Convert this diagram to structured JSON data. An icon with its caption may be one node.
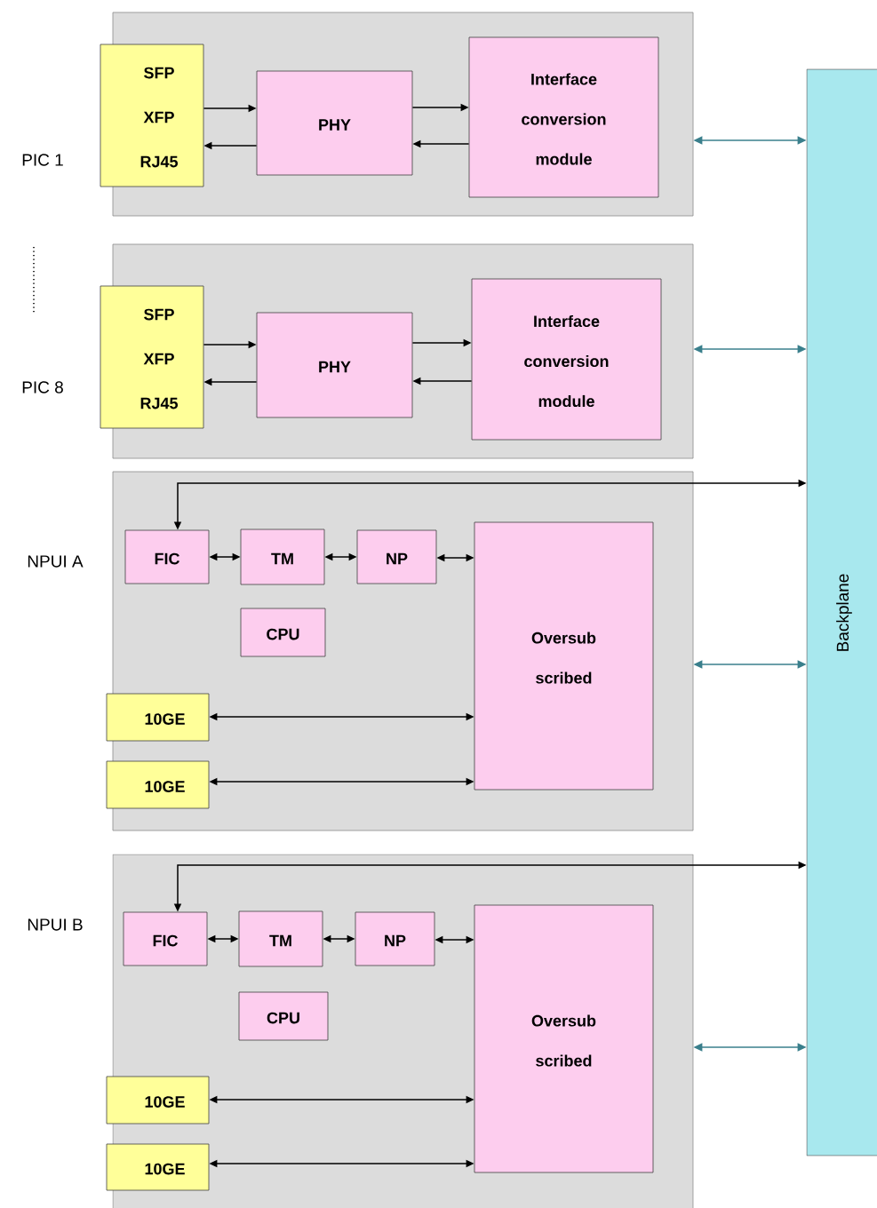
{
  "diagram": {
    "nodes": [
      {
        "text": [
          "PIC 1"
        ]
      },
      {
        "text": [
          "SFP",
          "XFP",
          "RJ45"
        ],
        "in": 0
      },
      {
        "text": [
          "PHY"
        ],
        "in": 0
      },
      {
        "text": [
          "Interface conversion module"
        ],
        "in": 0
      },
      {
        "text": [
          "PIC 8"
        ]
      },
      {
        "text": [
          "SFP",
          "XFP",
          "RJ45"
        ],
        "in": 4
      },
      {
        "text": [
          "PHY"
        ],
        "in": 4
      },
      {
        "text": [
          "Interface conversion module"
        ],
        "in": 4
      },
      {
        "text": [
          "NPUI A"
        ]
      },
      {
        "text": [
          "FIC"
        ],
        "in": 8
      },
      {
        "text": [
          "TM"
        ],
        "in": 8
      },
      {
        "text": [
          "NP"
        ],
        "in": 8
      },
      {
        "text": [
          "CPU"
        ],
        "in": 8
      },
      {
        "text": [
          "10GE"
        ],
        "in": 8
      },
      {
        "text": [
          "10GE"
        ],
        "in": 8
      },
      {
        "text": [
          "Oversub scribed"
        ],
        "in": 8
      },
      {
        "text": [
          "NPUI B"
        ]
      },
      {
        "text": [
          "FIC"
        ],
        "in": 16
      },
      {
        "text": [
          "TM"
        ],
        "in": 16
      },
      {
        "text": [
          "NP"
        ],
        "in": 16
      },
      {
        "text": [
          "CPU"
        ],
        "in": 16
      },
      {
        "text": [
          "10GE"
        ],
        "in": 16
      },
      {
        "text": [
          "10GE"
        ],
        "in": 16
      },
      {
        "text": [
          "Oversub scribed"
        ],
        "in": 16
      },
      {
        "text": [
          "Backplane"
        ]
      }
    ],
    "edges": [
      {
        "from": 1,
        "to": 2,
        "arrow": "to"
      },
      {
        "from": 2,
        "to": 1,
        "arrow": "to"
      },
      {
        "from": 2,
        "to": 3,
        "arrow": "to"
      },
      {
        "from": 3,
        "to": 2,
        "arrow": "to"
      },
      {
        "from": 0,
        "to": 24,
        "arrow": "both",
        "color": "#3a7f8c"
      },
      {
        "from": 5,
        "to": 6,
        "arrow": "to"
      },
      {
        "from": 6,
        "to": 5,
        "arrow": "to"
      },
      {
        "from": 6,
        "to": 7,
        "arrow": "to"
      },
      {
        "from": 7,
        "to": 6,
        "arrow": "to"
      },
      {
        "from": 4,
        "to": 24,
        "arrow": "both",
        "color": "#3a7f8c"
      },
      {
        "from": 24,
        "to": 9,
        "arrow": "both"
      },
      {
        "from": 9,
        "to": 10,
        "arrow": "both"
      },
      {
        "from": 10,
        "to": 11,
        "arrow": "both"
      },
      {
        "from": 11,
        "to": 15,
        "arrow": "both"
      },
      {
        "from": 13,
        "to": 15,
        "arrow": "both"
      },
      {
        "from": 14,
        "to": 15,
        "arrow": "both"
      },
      {
        "from": 8,
        "to": 24,
        "arrow": "both",
        "color": "#3a7f8c"
      },
      {
        "from": 24,
        "to": 17,
        "arrow": "both"
      },
      {
        "from": 17,
        "to": 18,
        "arrow": "both"
      },
      {
        "from": 18,
        "to": 19,
        "arrow": "both"
      },
      {
        "from": 19,
        "to": 23,
        "arrow": "both"
      },
      {
        "from": 21,
        "to": 23,
        "arrow": "both"
      },
      {
        "from": 22,
        "to": 23,
        "arrow": "both"
      },
      {
        "from": 16,
        "to": 24,
        "arrow": "both",
        "color": "#3a7f8c"
      }
    ]
  }
}
